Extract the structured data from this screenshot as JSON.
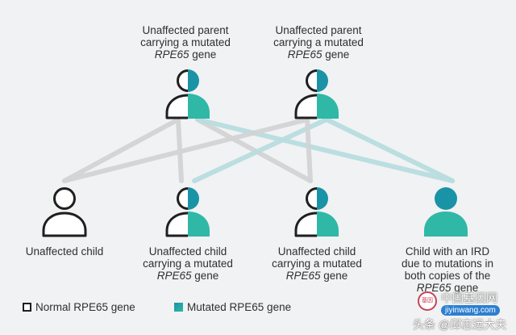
{
  "parents": [
    {
      "label_lines": [
        "Unaffected parent",
        "carrying a mutated"
      ],
      "label_italic": "RPE65",
      "label_tail": " gene",
      "status": "carrier"
    },
    {
      "label_lines": [
        "Unaffected parent",
        "carrying a mutated"
      ],
      "label_italic": "RPE65",
      "label_tail": " gene",
      "status": "carrier"
    }
  ],
  "children": [
    {
      "label_lines": [
        "Unaffected child"
      ],
      "label_italic": "",
      "label_tail": "",
      "status": "normal"
    },
    {
      "label_lines": [
        "Unaffected child",
        "carrying a mutated"
      ],
      "label_italic": "RPE65",
      "label_tail": " gene",
      "status": "carrier"
    },
    {
      "label_lines": [
        "Unaffected child",
        "carrying a mutated"
      ],
      "label_italic": "RPE65",
      "label_tail": " gene",
      "status": "carrier"
    },
    {
      "label_lines": [
        "Child with an IRD",
        "due to mutations in",
        "both copies of the"
      ],
      "label_italic": "RPE65",
      "label_tail": " gene",
      "status": "affected"
    }
  ],
  "legend": {
    "normal_label": "Normal RPE65 gene",
    "mutated_label": "Mutated RPE65 gene"
  },
  "colors": {
    "teal_light": "#2fb8a6",
    "teal_dark": "#1a93a7",
    "line_gray": "#d3d4d5",
    "line_teal": "#b9dde0",
    "outline": "#1f1f1f",
    "background": "#f1f2f3"
  },
  "watermark": {
    "site": "中国基因网",
    "url": "jiyinwang.com",
    "author": "头条 @邱志远大夫"
  }
}
